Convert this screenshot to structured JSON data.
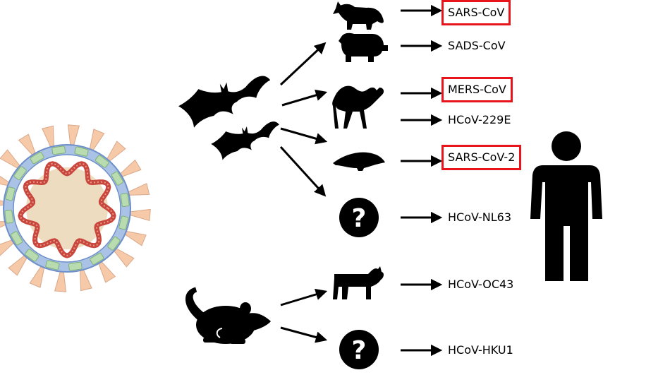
{
  "colors": {
    "ink": "#000000",
    "highlight": "#e8141b",
    "envelope": "#a9c2e6",
    "envelope_edge": "#6e8fc9",
    "protein": "#b8dcb0",
    "spike": "#f6c9a8",
    "rna": "#c9463d",
    "core": "#eddcbf"
  },
  "icons": {
    "virus": "coronavirus-particle-icon",
    "bat": "bat-icon",
    "rodent": "rodent-icon",
    "civet": "civet-icon",
    "pig": "pig-icon",
    "camel": "camel-icon",
    "pangolin": "pangolin-icon",
    "unknown": "question-mark-icon",
    "cattle": "cattle-icon",
    "human": "human-icon"
  },
  "viruses": [
    {
      "id": "sars-cov",
      "label": "SARS-CoV",
      "highlighted": true
    },
    {
      "id": "sads-cov",
      "label": "SADS-CoV",
      "highlighted": false
    },
    {
      "id": "mers-cov",
      "label": "MERS-CoV",
      "highlighted": true
    },
    {
      "id": "hcov-229e",
      "label": "HCoV-229E",
      "highlighted": false
    },
    {
      "id": "sars-cov-2",
      "label": "SARS-CoV-2",
      "highlighted": true
    },
    {
      "id": "hcov-nl63",
      "label": "HCoV-NL63",
      "highlighted": false
    },
    {
      "id": "hcov-oc43",
      "label": "HCoV-OC43",
      "highlighted": false
    },
    {
      "id": "hcov-hku1",
      "label": "HCoV-HKU1",
      "highlighted": false
    }
  ]
}
